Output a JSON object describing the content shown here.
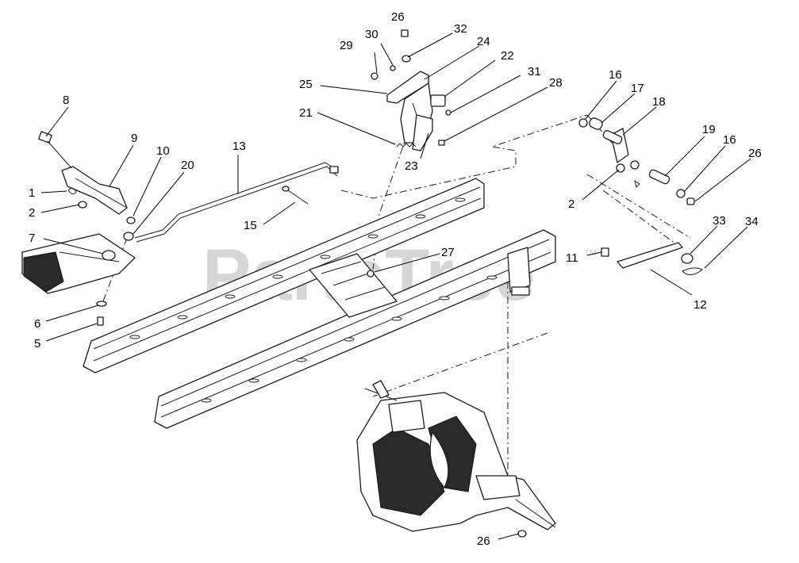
{
  "watermark": {
    "text": "PartsTree",
    "tm": "TM"
  },
  "callouts": [
    {
      "id": "c8",
      "label": "8"
    },
    {
      "id": "c9",
      "label": "9"
    },
    {
      "id": "c10",
      "label": "10"
    },
    {
      "id": "c20",
      "label": "20"
    },
    {
      "id": "c1",
      "label": "1"
    },
    {
      "id": "c2a",
      "label": "2"
    },
    {
      "id": "c7",
      "label": "7"
    },
    {
      "id": "c6",
      "label": "6"
    },
    {
      "id": "c5",
      "label": "5"
    },
    {
      "id": "c13",
      "label": "13"
    },
    {
      "id": "c15",
      "label": "15"
    },
    {
      "id": "c26a",
      "label": "26"
    },
    {
      "id": "c30",
      "label": "30"
    },
    {
      "id": "c32",
      "label": "32"
    },
    {
      "id": "c29",
      "label": "29"
    },
    {
      "id": "c24",
      "label": "24"
    },
    {
      "id": "c22",
      "label": "22"
    },
    {
      "id": "c25",
      "label": "25"
    },
    {
      "id": "c31",
      "label": "31"
    },
    {
      "id": "c28",
      "label": "28"
    },
    {
      "id": "c21",
      "label": "21"
    },
    {
      "id": "c23",
      "label": "23"
    },
    {
      "id": "c27",
      "label": "27"
    },
    {
      "id": "c16a",
      "label": "16"
    },
    {
      "id": "c17",
      "label": "17"
    },
    {
      "id": "c18",
      "label": "18"
    },
    {
      "id": "c19",
      "label": "19"
    },
    {
      "id": "c16b",
      "label": "16"
    },
    {
      "id": "c26b",
      "label": "26"
    },
    {
      "id": "c2b",
      "label": "2"
    },
    {
      "id": "c33",
      "label": "33"
    },
    {
      "id": "c34",
      "label": "34"
    },
    {
      "id": "c11",
      "label": "11"
    },
    {
      "id": "c12",
      "label": "12"
    },
    {
      "id": "c26c",
      "label": "26"
    }
  ]
}
